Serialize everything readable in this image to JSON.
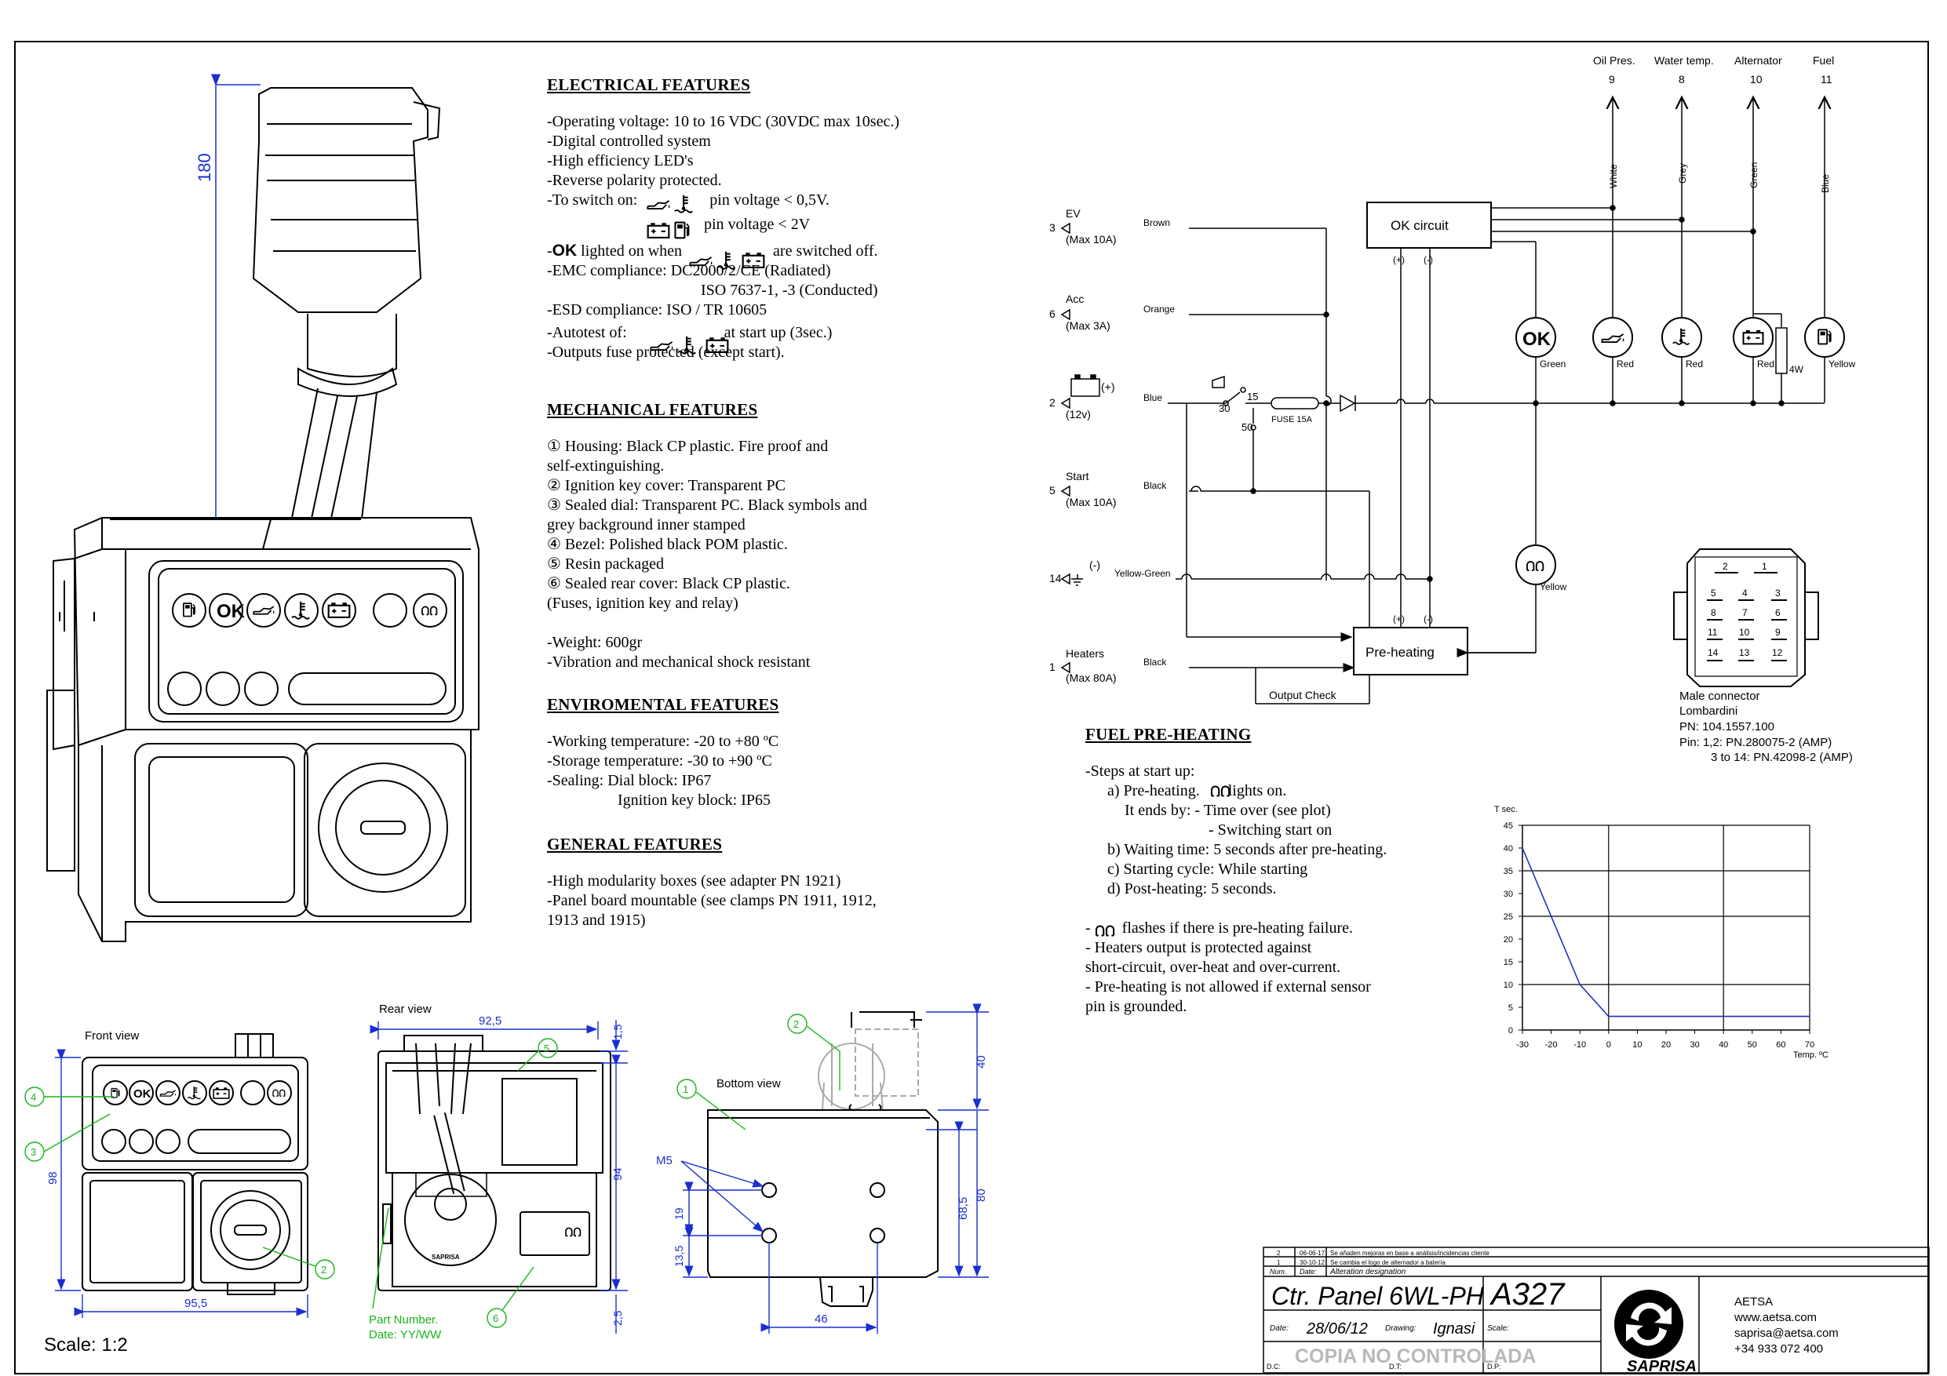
{
  "electrical": {
    "title": "ELECTRICAL FEATURES",
    "lines": [
      "-Operating voltage: 10 to 16 VDC (30VDC max 10sec.)",
      "-Digital controlled system",
      "-High efficiency LED's",
      "-Reverse polarity protected.",
      "-To switch on:",
      "pin voltage < 0,5V.",
      "pin voltage < 2V",
      "lighted on when",
      "are switched off.",
      "-EMC compliance:   DC2000/2/CE  (Radiated)",
      "ISO 7637-1, -3 (Conducted)",
      "-ESD compliance:     ISO / TR 10605",
      "-Autotest of:",
      "at start up (3sec.)",
      "-Outputs fuse protected (except start)."
    ]
  },
  "mechanical": {
    "title": "MECHANICAL FEATURES",
    "lines": [
      "① Housing: Black CP plastic. Fire proof and",
      "self-extinguishing.",
      "② Ignition key cover: Transparent PC",
      "③ Sealed dial: Transparent PC. Black symbols  and",
      "grey background inner stamped",
      "④ Bezel: Polished black POM plastic.",
      "⑤ Resin packaged",
      "⑥ Sealed rear cover: Black CP plastic.",
      "   (Fuses, ignition key and relay)",
      "-Weight:                                    600gr",
      "-Vibration and mechanical shock resistant"
    ]
  },
  "environmental": {
    "title": "ENVIROMENTAL FEATURES",
    "lines": [
      "-Working temperature:  -20 to +80 ºC",
      "-Storage temperature:    -30 to +90 ºC",
      "-Sealing:  Dial block:                   IP67",
      "Ignition key block:        IP65"
    ]
  },
  "general": {
    "title": "GENERAL FEATURES",
    "lines": [
      "-High modularity boxes (see adapter PN 1921)",
      "-Panel board mountable (see clamps PN 1911, 1912,",
      "1913 and 1915)"
    ]
  },
  "fuel_preheating": {
    "title": "FUEL PRE-HEATING",
    "lines": [
      "-Steps at start up:",
      "a) Pre-heating.",
      "lights on.",
      "It ends by:  - Time over (see plot)",
      "- Switching start on",
      "b) Waiting time: 5 seconds after pre-heating.",
      "c) Starting cycle: While starting",
      "d) Post-heating: 5 seconds.",
      "flashes if  there is pre-heating failure.",
      "- Heaters output is protected against",
      "short-circuit, over-heat and over-current.",
      "- Pre-heating is not allowed if external sensor",
      "pin is grounded."
    ]
  },
  "ok_symbol": "OK",
  "dimensions": {
    "height_180": "180",
    "front_view": "Front view",
    "rear_view": "Rear view",
    "bottom_view": "Bottom view",
    "d95_5": "95,5",
    "d98": "98",
    "d92_5": "92,5",
    "d1_5": "1,5",
    "d94": "94",
    "d2_5": "2,5",
    "d40": "40",
    "d80": "80",
    "d68_5": "68,5",
    "d46": "46",
    "d19": "19",
    "d13_5": "13,5",
    "m5": "M5",
    "part_number": "Part Number.",
    "part_date": "Date: YY/WW",
    "scale": "Scale: 1:2",
    "callouts": [
      "1",
      "2",
      "3",
      "4",
      "5",
      "6"
    ]
  },
  "schematic": {
    "outputs": [
      {
        "name": "Oil Pres.",
        "pin": "9",
        "wire": "White",
        "lamp": "Red"
      },
      {
        "name": "Water temp.",
        "pin": "8",
        "wire": "Grey",
        "lamp": "Red"
      },
      {
        "name": "Alternator",
        "pin": "10",
        "wire": "Green",
        "lamp": "Red"
      },
      {
        "name": "Fuel",
        "pin": "11",
        "wire": "Blue",
        "lamp": "Yellow"
      }
    ],
    "inputs": [
      {
        "pin": "3",
        "name": "EV",
        "rating": "(Max 10A)",
        "wire": "Brown"
      },
      {
        "pin": "6",
        "name": "Acc",
        "rating": "(Max 3A)",
        "wire": "Orange"
      },
      {
        "pin": "2",
        "name": "(+)",
        "rating": "(12v)",
        "wire": "Blue"
      },
      {
        "pin": "5",
        "name": "Start",
        "rating": "(Max 10A)",
        "wire": "Black"
      },
      {
        "pin": "14",
        "name": "(-)",
        "rating": "",
        "wire": "Yellow-Green"
      },
      {
        "pin": "1",
        "name": "Heaters",
        "rating": "(Max 80A)",
        "wire": "Black"
      }
    ],
    "ok_circuit": "OK circuit",
    "preheating": "Pre-heating",
    "plus": "(+)",
    "minus": "(-)",
    "ok_lamp_color": "Green",
    "heater_lamp_color": "Yellow",
    "resistor": "4W",
    "fuse": "FUSE 15A",
    "key_30": "30",
    "key_15": "15",
    "key_50": "50",
    "output_check": "Output Check"
  },
  "connector": {
    "pins": [
      "2",
      "1",
      "5",
      "4",
      "3",
      "8",
      "7",
      "6",
      "11",
      "10",
      "9",
      "14",
      "13",
      "12"
    ],
    "lines": [
      "Male connector",
      "Lombardini",
      "PN: 104.1557.100",
      "Pin: 1,2: PN.280075-2 (AMP)",
      "3 to 14: PN.42098-2 (AMP)"
    ]
  },
  "chart_data": {
    "type": "line",
    "title": "",
    "xlabel": "Temp. ºC",
    "ylabel": "T sec.",
    "x_ticks": [
      -30,
      -20,
      -10,
      0,
      10,
      20,
      30,
      40,
      50,
      60,
      70
    ],
    "y_ticks": [
      0,
      5,
      10,
      15,
      20,
      25,
      30,
      35,
      40,
      45
    ],
    "xlim": [
      -30,
      70
    ],
    "ylim": [
      0,
      45
    ],
    "grid_x": [
      0,
      40,
      70
    ],
    "grid_y": [
      10,
      25,
      35,
      45
    ],
    "series": [
      {
        "x": [
          -30,
          -10,
          0,
          70
        ],
        "y": [
          40,
          10,
          3,
          3
        ],
        "color": "#1f2fbf"
      }
    ]
  },
  "title_block": {
    "revisions": [
      {
        "num": "2",
        "date": "06-06-17",
        "text": "Se añaden mejoras en base a análisis/incidencias cliente"
      },
      {
        "num": "1",
        "date": "30-10-12",
        "text": "Se cambia el logo de alternador a batería"
      }
    ],
    "rev_headers": [
      "Num.",
      "Date:",
      "Alteration designation"
    ],
    "product": "Ctr. Panel 6WL-PH",
    "code": "A327",
    "date_label": "Date:",
    "date": "28/06/12",
    "drawing_label": "Drawing:",
    "drawing": "Ignasi",
    "scale_label": "Scale:",
    "dc_label": "D.C:",
    "dt_label": "D.T:",
    "dp_label": "D.P:",
    "watermark": "COPIA NO CONTROLADA",
    "brand": "SAPRISA",
    "company": [
      "AETSA",
      "www.aetsa.com",
      "saprisa@aetsa.com",
      "+34 933 072 400"
    ]
  },
  "colors": {
    "dimension": "#1a2fd0",
    "callout": "#19b519",
    "curve": "#1f2fbf"
  }
}
